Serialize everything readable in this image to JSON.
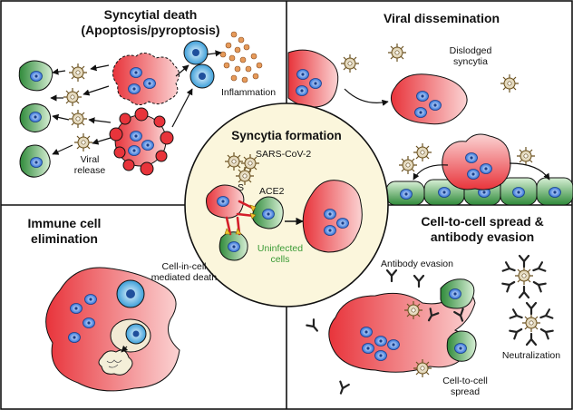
{
  "panels": {
    "syncytial_death": {
      "title": "Syncytial death",
      "subtitle": "(Apoptosis/pyroptosis)",
      "inflammation": "Inflammation",
      "viral_release": "Viral\nrelease"
    },
    "viral_dissemination": {
      "title": "Viral dissemination",
      "dislodged": "Dislodged\nsyncytia"
    },
    "syncytia_formation": {
      "title": "Syncytia formation",
      "virus": "SARS-CoV-2",
      "spike": "S",
      "receptor": "ACE2",
      "uninfected": "Uninfected\ncells"
    },
    "immune_cell_elimination": {
      "title": "Immune cell\nelimination",
      "cell_in_cell": "Cell-in-cell\nmediated death"
    },
    "cell_to_cell": {
      "title": "Cell-to-cell spread &\nantibody evasion",
      "antibody_evasion": "Antibody evasion",
      "neutralization": "Neutralization",
      "spread": "Cell-to-cell\nspread"
    }
  },
  "colors": {
    "infected": "#e8343b",
    "infected_light": "#fbd3d3",
    "uninfected": "#2f8a3a",
    "uninfected_light": "#d7efd5",
    "nucleus": "#2e6fd6",
    "immune": "#4aa8dc",
    "virus": "#8a6a2c",
    "inflammation_dots": "#e69a5a",
    "center_bg": "#fbf6dc",
    "uninfected_text": "#3a9a35"
  }
}
